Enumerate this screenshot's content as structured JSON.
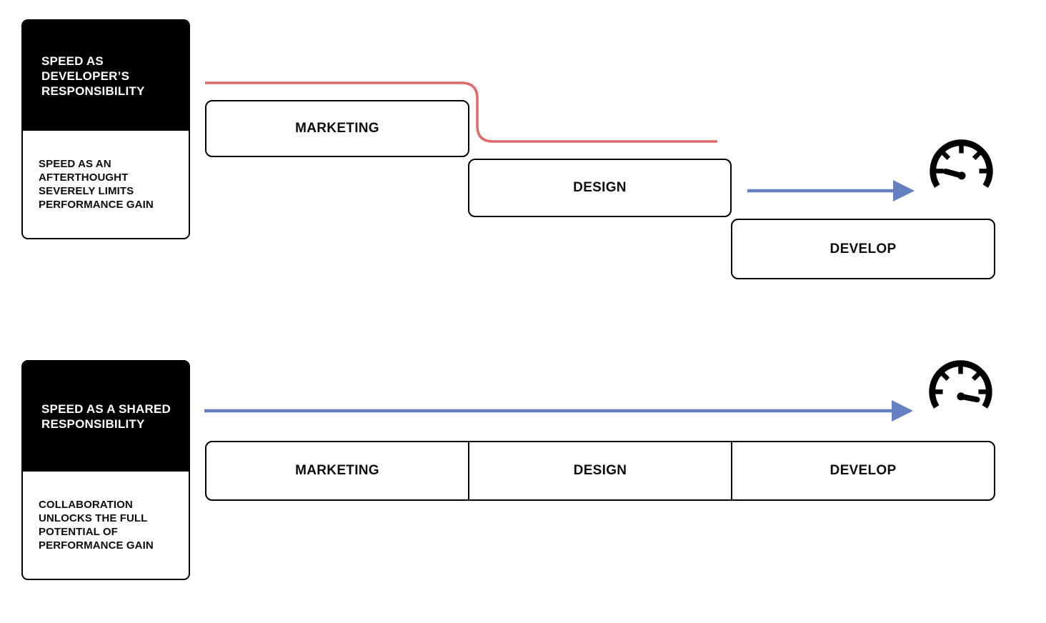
{
  "colors": {
    "handoff_line_red": "#e06a6a",
    "flow_arrow_blue": "#6580c0",
    "box_border": "#000000",
    "card_header_bg": "#000000",
    "card_header_text": "#ffffff"
  },
  "scenario1": {
    "title": "SPEED AS DEVELOPER’S RESPONSIBILITY",
    "description": "SPEED AS AN AFTERTHOUGHT SEVERELY LIMITS PERFORMANCE GAIN",
    "stages": [
      {
        "label": "MARKETING"
      },
      {
        "label": "DESIGN"
      },
      {
        "label": "DEVELOP"
      }
    ],
    "gauge_icon": "speedometer-low-icon",
    "gauge_state": "low"
  },
  "scenario2": {
    "title": "SPEED AS A SHARED RESPONSIBILITY",
    "description": "COLLABORATION UNLOCKS THE FULL POTENTIAL OF PERFORMANCE GAIN",
    "stages": [
      {
        "label": "MARKETING"
      },
      {
        "label": "DESIGN"
      },
      {
        "label": "DEVELOP"
      }
    ],
    "gauge_icon": "speedometer-high-icon",
    "gauge_state": "high"
  }
}
